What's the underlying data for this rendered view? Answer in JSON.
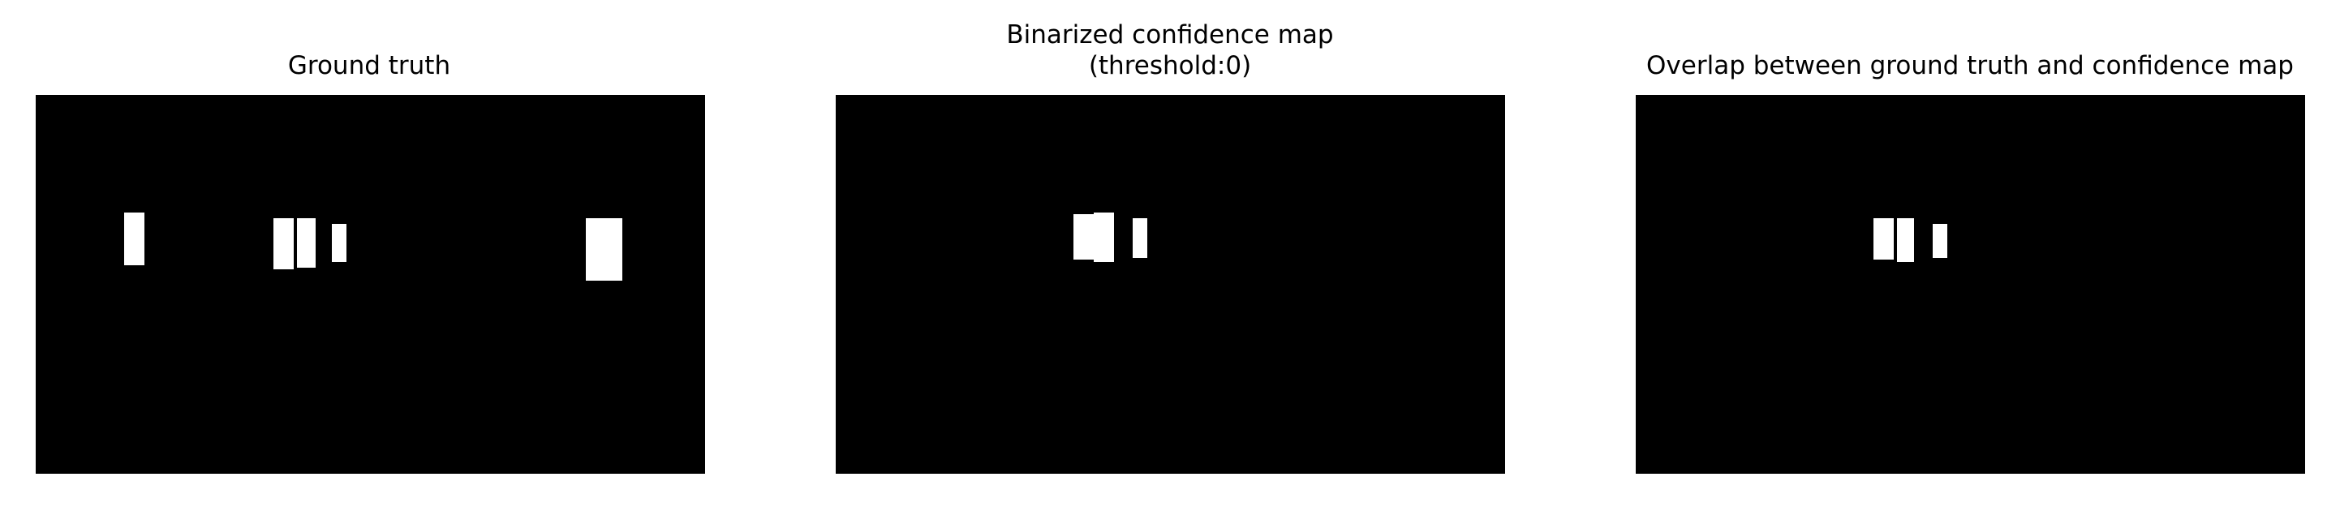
{
  "figure": {
    "panels": [
      {
        "title": "Ground truth",
        "background": "#000000",
        "blob_color": "#ffffff"
      },
      {
        "title": "Binarized confidence map\n(threshold:0)",
        "background": "#000000",
        "blob_color": "#ffffff"
      },
      {
        "title": "Overlap between ground truth and confidence map",
        "background": "#000000",
        "blob_color": "#ffffff"
      }
    ]
  },
  "chart_data": [
    {
      "type": "heatmap",
      "title": "Ground truth",
      "axes": "off",
      "image_type": "binary mask",
      "regions": [
        {
          "x0": 0.132,
          "x1": 0.162,
          "y0": 0.31,
          "y1": 0.45
        },
        {
          "x0": 0.355,
          "x1": 0.385,
          "y0": 0.325,
          "y1": 0.46
        },
        {
          "x0": 0.39,
          "x1": 0.418,
          "y0": 0.325,
          "y1": 0.455
        },
        {
          "x0": 0.443,
          "x1": 0.465,
          "y0": 0.34,
          "y1": 0.44
        },
        {
          "x0": 0.822,
          "x1": 0.876,
          "y0": 0.325,
          "y1": 0.49
        }
      ]
    },
    {
      "type": "heatmap",
      "title": "Binarized confidence map\n(threshold:0)",
      "axes": "off",
      "image_type": "binary mask",
      "regions": [
        {
          "x0": 0.355,
          "x1": 0.386,
          "y0": 0.315,
          "y1": 0.435
        },
        {
          "x0": 0.386,
          "x1": 0.416,
          "y0": 0.31,
          "y1": 0.44
        },
        {
          "x0": 0.444,
          "x1": 0.466,
          "y0": 0.325,
          "y1": 0.43
        }
      ]
    },
    {
      "type": "heatmap",
      "title": "Overlap between ground truth and confidence map",
      "axes": "off",
      "image_type": "binary mask",
      "regions": [
        {
          "x0": 0.355,
          "x1": 0.385,
          "y0": 0.325,
          "y1": 0.435
        },
        {
          "x0": 0.39,
          "x1": 0.415,
          "y0": 0.325,
          "y1": 0.44
        },
        {
          "x0": 0.444,
          "x1": 0.466,
          "y0": 0.34,
          "y1": 0.43
        }
      ]
    }
  ]
}
